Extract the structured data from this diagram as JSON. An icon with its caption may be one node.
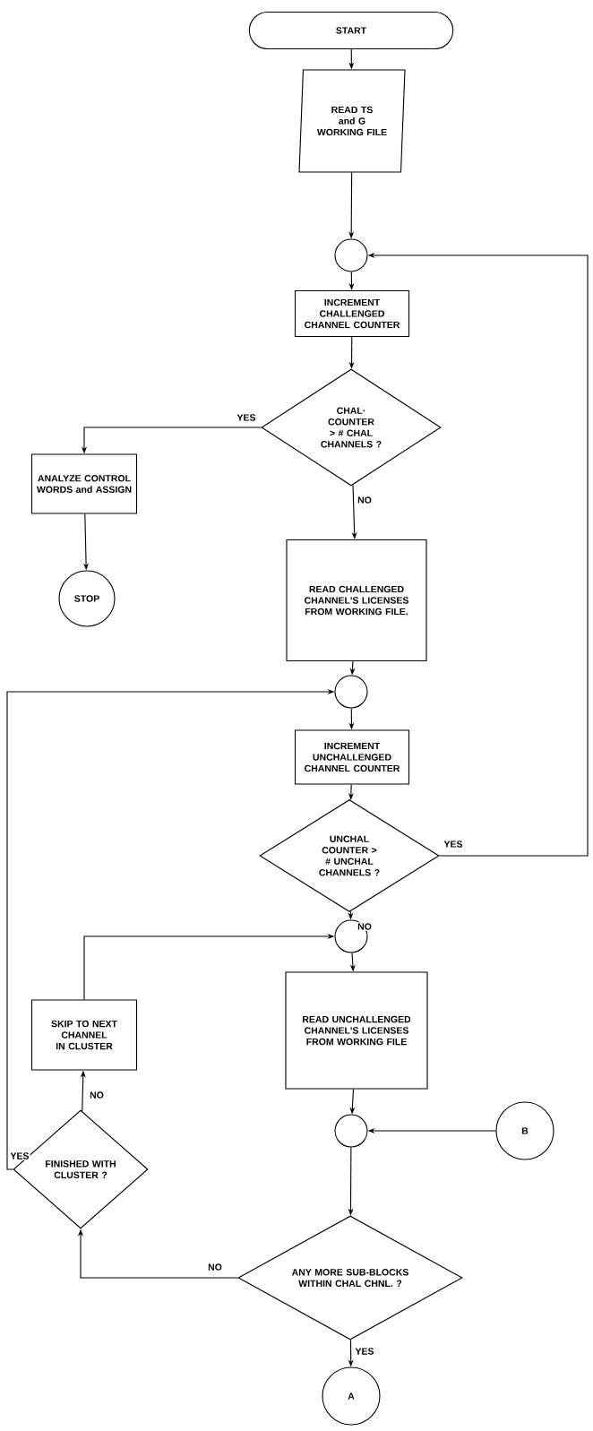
{
  "diagram": {
    "nodes": [
      {
        "text": [
          "START"
        ]
      },
      {
        "text": [
          "READ TS and G WORKING FILE"
        ]
      },
      {
        "text": [],
        "shape": "circle"
      },
      {
        "text": [
          "INCREMENT CHALLENGED CHANNEL COUNTER"
        ]
      },
      {
        "text": [
          "CHAL· COUNTER > # CHAL CHANNELS ?"
        ]
      },
      {
        "text": [
          "ANALYZE CONTROL WORDS and ASSIGN"
        ]
      },
      {
        "text": [
          "STOP"
        ]
      },
      {
        "text": [
          "READ CHALLENGED CHANNEL'S LICENSES FROM WORKING FILE."
        ]
      },
      {
        "text": [],
        "shape": "circle"
      },
      {
        "text": [
          "INCREMENT UNCHALLENGED CHANNEL COUNTER"
        ]
      },
      {
        "text": [
          "UNCHAL COUNTER > # UNCHAL CHANNELS ?"
        ]
      },
      {
        "text": [],
        "shape": "circle"
      },
      {
        "text": [
          "SKIP TO NEXT CHANNEL IN CLUSTER"
        ]
      },
      {
        "text": [
          "READ UNCHALLENGED CHANNEL'S LICENSES FROM WORKING FILE"
        ]
      },
      {
        "text": [
          "FINISHED WITH CLUSTER ?"
        ]
      },
      {
        "text": [],
        "shape": "circle"
      },
      {
        "text": [
          "B"
        ]
      },
      {
        "text": [
          "ANY MORE SUB-BLOCKS WITHIN CHAL CHNL. ?"
        ]
      },
      {
        "text": [
          "A"
        ]
      }
    ],
    "edges": [
      {
        "from": 0,
        "to": 1,
        "arrow": "to"
      },
      {
        "from": 1,
        "to": 2,
        "arrow": "to"
      },
      {
        "from": 2,
        "to": 3,
        "arrow": "to"
      },
      {
        "from": 3,
        "to": 4,
        "arrow": "to"
      },
      {
        "from": 4,
        "to": 5,
        "arrow": "to",
        "label": "YES"
      },
      {
        "from": 4,
        "to": 7,
        "arrow": "to",
        "label": "NO"
      },
      {
        "from": 5,
        "to": 6,
        "arrow": "to"
      },
      {
        "from": 7,
        "to": 8,
        "arrow": "to"
      },
      {
        "from": 8,
        "to": 9,
        "arrow": "to"
      },
      {
        "from": 9,
        "to": 10,
        "arrow": "to"
      },
      {
        "from": 10,
        "to": 2,
        "arrow": "to",
        "label": "YES"
      },
      {
        "from": 10,
        "to": 11,
        "arrow": "to",
        "label": "NO"
      },
      {
        "from": 11,
        "to": 13,
        "arrow": "to"
      },
      {
        "from": 13,
        "to": 15,
        "arrow": "to"
      },
      {
        "from": 16,
        "to": 15,
        "arrow": "to"
      },
      {
        "from": 15,
        "to": 17,
        "arrow": "to"
      },
      {
        "from": 17,
        "to": 18,
        "arrow": "to",
        "label": "YES"
      },
      {
        "from": 17,
        "to": 14,
        "arrow": "to",
        "label": "NO"
      },
      {
        "from": 14,
        "to": 12,
        "arrow": "to",
        "label": "NO"
      },
      {
        "from": 14,
        "to": 8,
        "arrow": "to",
        "label": "YES"
      },
      {
        "from": 12,
        "to": 11,
        "arrow": "to"
      }
    ]
  }
}
